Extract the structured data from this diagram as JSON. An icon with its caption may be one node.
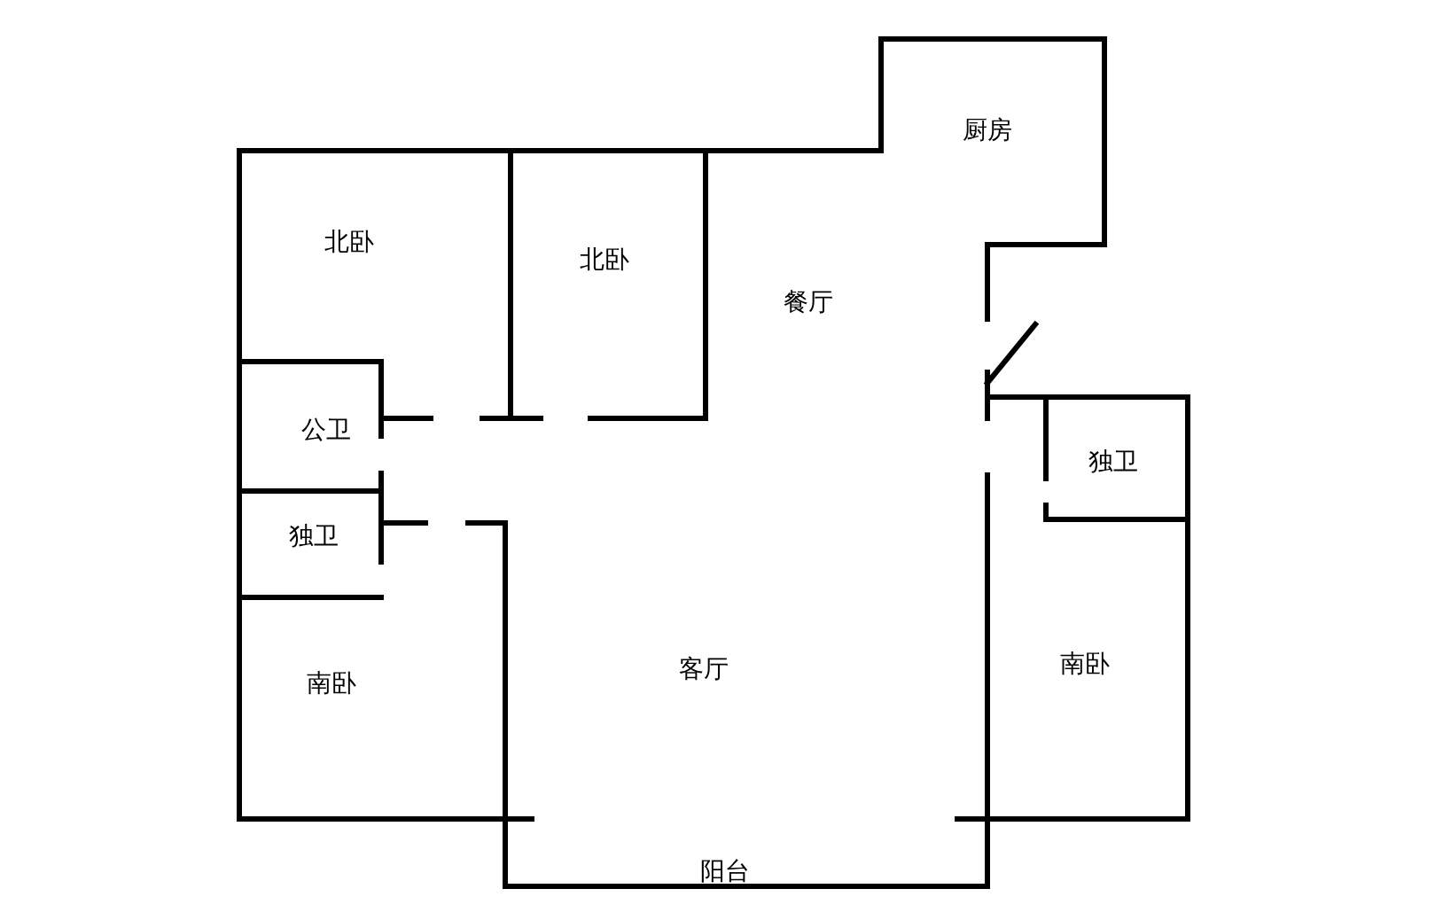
{
  "diagram": {
    "labels": [
      "厨房",
      "北卧",
      "北卧",
      "餐厅",
      "公卫",
      "独卫",
      "独卫",
      "南卧",
      "客厅",
      "南卧",
      "阳台"
    ]
  }
}
